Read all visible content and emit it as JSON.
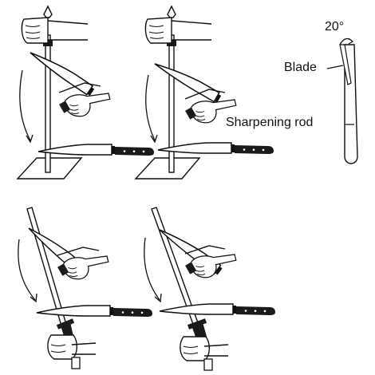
{
  "labels": {
    "angle": "20°",
    "blade": "Blade",
    "rod": "Sharpening rod"
  },
  "colors": {
    "ink": "#111111",
    "paper": "#ffffff",
    "handle": "#1a1a1a"
  },
  "panels": [
    "rod-on-board-step-1",
    "rod-on-board-step-2",
    "rod-hand-held-step-1",
    "rod-hand-held-step-2"
  ]
}
